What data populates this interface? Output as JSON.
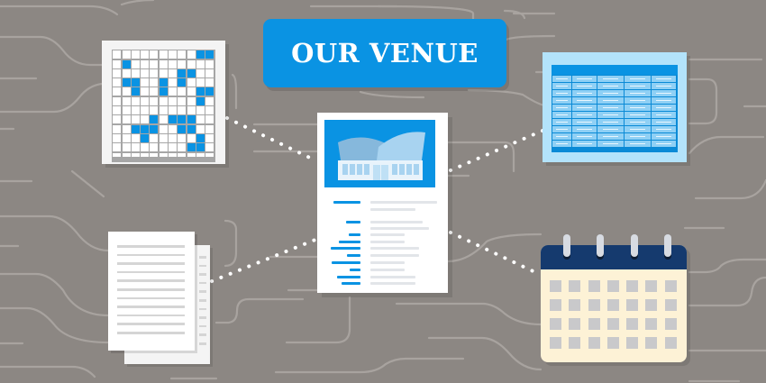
{
  "title": {
    "label": "OUR VENUE",
    "background_color": "#0a93e3",
    "text_color": "#ffffff"
  },
  "background": {
    "color": "#8c8783",
    "circuit_line_color": "#a8a39f"
  },
  "connector": {
    "style": "dotted",
    "color": "#ffffff"
  },
  "icons": {
    "seating_grid": {
      "name": "seating-chart-icon",
      "columns": 11,
      "rows": 12,
      "accent_color": "#0a93e3",
      "filled_cells": [
        [
          0,
          9
        ],
        [
          0,
          10
        ],
        [
          1,
          1
        ],
        [
          2,
          7
        ],
        [
          2,
          8
        ],
        [
          3,
          1
        ],
        [
          3,
          2
        ],
        [
          3,
          5
        ],
        [
          3,
          7
        ],
        [
          4,
          2
        ],
        [
          4,
          5
        ],
        [
          4,
          9
        ],
        [
          4,
          10
        ],
        [
          5,
          9
        ],
        [
          7,
          4
        ],
        [
          7,
          6
        ],
        [
          7,
          7
        ],
        [
          7,
          8
        ],
        [
          8,
          2
        ],
        [
          8,
          3
        ],
        [
          8,
          4
        ],
        [
          8,
          7
        ],
        [
          8,
          8
        ],
        [
          9,
          3
        ],
        [
          9,
          9
        ],
        [
          10,
          8
        ],
        [
          10,
          9
        ]
      ]
    },
    "spreadsheet": {
      "name": "spreadsheet-icon",
      "columns": 5,
      "rows": 10,
      "background_color": "#b3e3fb"
    },
    "venue_document": {
      "name": "venue-brochure-icon",
      "hero_color": "#0a93e3",
      "left_bar_widths": [
        30,
        16,
        13,
        24,
        33,
        15,
        32,
        12,
        26,
        21
      ],
      "right_line_widths": [
        74,
        50,
        58,
        65,
        38,
        38,
        54,
        54,
        38,
        38,
        50,
        50
      ]
    },
    "documents_stack": {
      "name": "documents-stack-icon",
      "line_count": 11
    },
    "calendar": {
      "name": "calendar-icon",
      "columns": 7,
      "rows": 4,
      "rings": 4,
      "header_color": "#153a6e",
      "body_color": "#fdf2d6"
    }
  }
}
